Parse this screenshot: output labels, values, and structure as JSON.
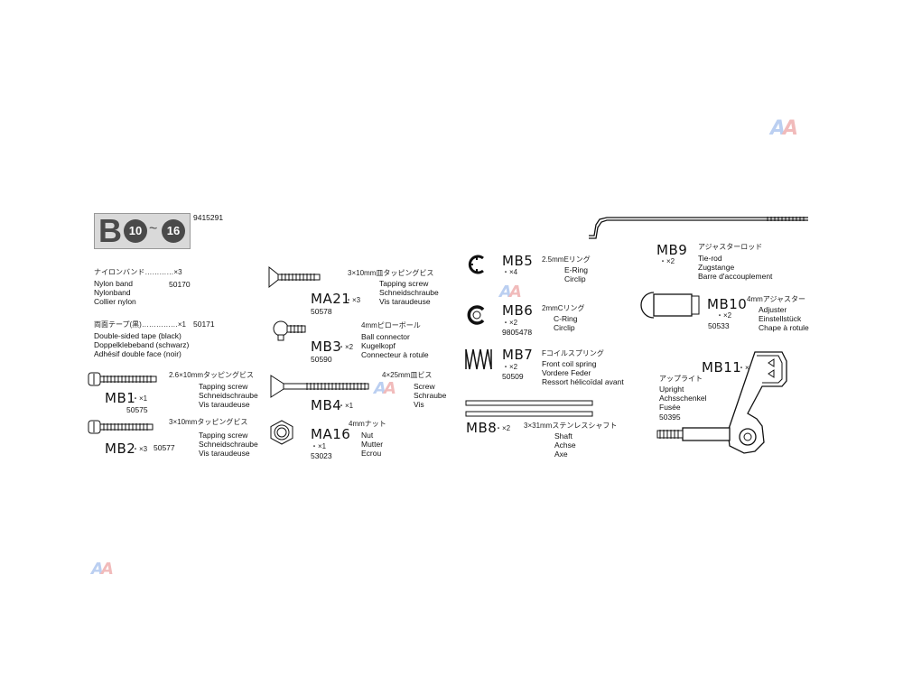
{
  "bag": {
    "letter": "B",
    "step_from": "10",
    "step_sep": "~",
    "step_to": "16",
    "bag_number": "9415291"
  },
  "loose": {
    "nylon": {
      "jp": "ナイロンバンド…………×3",
      "desc": [
        "Nylon band",
        "Nylonband",
        "Collier nylon"
      ],
      "pn": "50170"
    },
    "tape": {
      "jp": "両面テープ(黒)……………×1",
      "pn": "50171",
      "desc": [
        "Double-sided tape (black)",
        "Doppelklebeband (schwarz)",
        "Adhésif double face (noir)"
      ]
    }
  },
  "parts": {
    "mb1": {
      "code": "MB1",
      "qty": "・×1",
      "jp": "2.6×10mmタッピングビス",
      "pn": "50575",
      "desc": [
        "Tapping screw",
        "Schneidschraube",
        "Vis taraudeuse"
      ]
    },
    "mb2": {
      "code": "MB2",
      "qty": "・×3",
      "jp": "3×10mmタッピングビス",
      "pn": "50577",
      "desc": [
        "Tapping screw",
        "Schneidschraube",
        "Vis taraudeuse"
      ]
    },
    "ma21": {
      "code": "MA21",
      "qty": "・×3",
      "jp": "3×10mm皿タッピングビス",
      "pn": "50578",
      "desc": [
        "Tapping screw",
        "Schneidschraube",
        "Vis taraudeuse"
      ]
    },
    "mb3": {
      "code": "MB3",
      "qty": "・×2",
      "jp": "4mmピローボール",
      "pn": "50590",
      "desc": [
        "Ball connector",
        "Kugelkopf",
        "Connecteur à rotule"
      ]
    },
    "mb4": {
      "code": "MB4",
      "qty": "・×1",
      "jp": "4×25mm皿ビス",
      "desc": [
        "Screw",
        "Schraube",
        "Vis"
      ]
    },
    "ma16": {
      "code": "MA16",
      "qty": "・×1",
      "jp": "4mmナット",
      "pn": "53023",
      "desc": [
        "Nut",
        "Mutter",
        "Ecrou"
      ]
    },
    "mb5": {
      "code": "MB5",
      "qty": "・×4",
      "jp": "2.5mmEリング",
      "desc": [
        "E-Ring",
        "Circlip"
      ]
    },
    "mb6": {
      "code": "MB6",
      "qty": "・×2",
      "jp": "2mmCリング",
      "pn": "9805478",
      "desc": [
        "C-Ring",
        "Circlip"
      ]
    },
    "mb7": {
      "code": "MB7",
      "qty": "・×2",
      "jp": "Fコイルスプリング",
      "pn": "50509",
      "desc": [
        "Front coil spring",
        "Vordere Feder",
        "Ressort hélicoïdal avant"
      ]
    },
    "mb8": {
      "code": "MB8",
      "qty": "・×2",
      "jp": "3×31mmステンレスシャフト",
      "desc": [
        "Shaft",
        "Achse",
        "Axe"
      ]
    },
    "mb9": {
      "code": "MB9",
      "qty": "・×2",
      "jp": "アジャスターロッド",
      "desc": [
        "Tie-rod",
        "Zugstange",
        "Barre d'accouplement"
      ]
    },
    "mb10": {
      "code": "MB10",
      "qty": "・×2",
      "jp": "4mmアジャスター",
      "pn": "50533",
      "desc": [
        "Adjuster",
        "Einstellstück",
        "Chape à rotule"
      ]
    },
    "mb11": {
      "code": "MB11",
      "qty": "・×2",
      "jp": "アップライト",
      "pn": "50395",
      "desc": [
        "Upright",
        "Achsschenkel",
        "Fusée"
      ]
    }
  },
  "watermark": {
    "text_a": "A",
    "text_b": "A"
  },
  "colors": {
    "ink": "#111111",
    "badge_gray": "#d9d9d9",
    "badge_dark": "#4a4a4a",
    "wm_red": "#e88f8f",
    "wm_blue": "#8fb0e8"
  }
}
